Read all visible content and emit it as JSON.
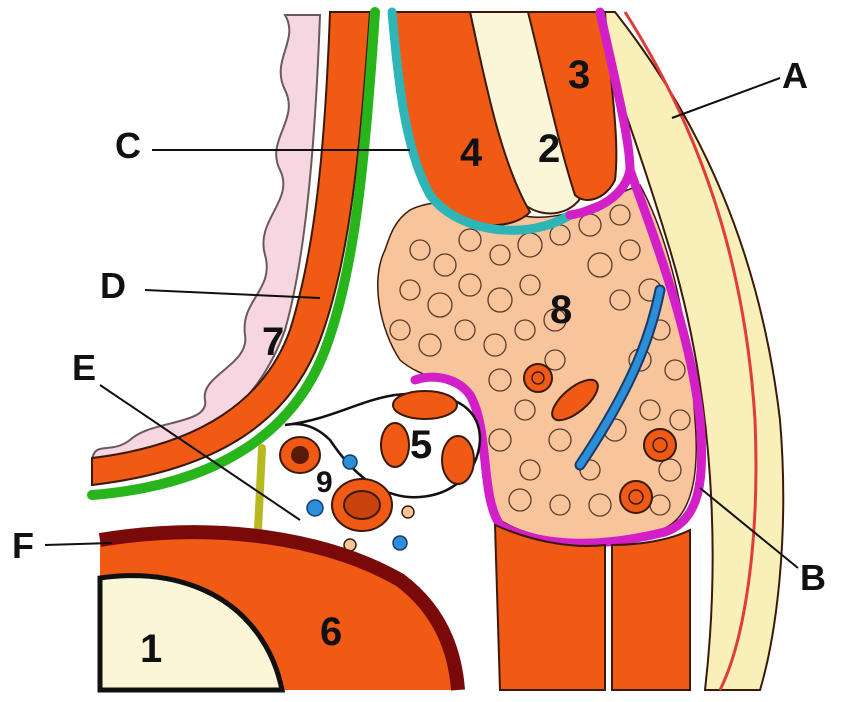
{
  "labels": {
    "letters": {
      "A": "A",
      "B": "B",
      "C": "C",
      "D": "D",
      "E": "E",
      "F": "F"
    },
    "numbers": {
      "n1": "1",
      "n2": "2",
      "n3": "3",
      "n4": "4",
      "n5": "5",
      "n6": "6",
      "n7": "7",
      "n8": "8",
      "n9": "9"
    }
  },
  "colors": {
    "muscle": "#f05a14",
    "muscle_outline": "#3a1a0a",
    "bone": "#fbf6d8",
    "skin_pink": "#f6d6e0",
    "fat": "#f7c49c",
    "pale_yellow": "#f8f0b8",
    "green_membrane": "#27b51b",
    "teal_membrane": "#2fb5b8",
    "magenta_membrane": "#d21fc8",
    "vessel_blue": "#2a8fd8",
    "dark_red": "#7a0a0a",
    "red_line": "#e23b3b",
    "olive_strand": "#b8b820"
  }
}
